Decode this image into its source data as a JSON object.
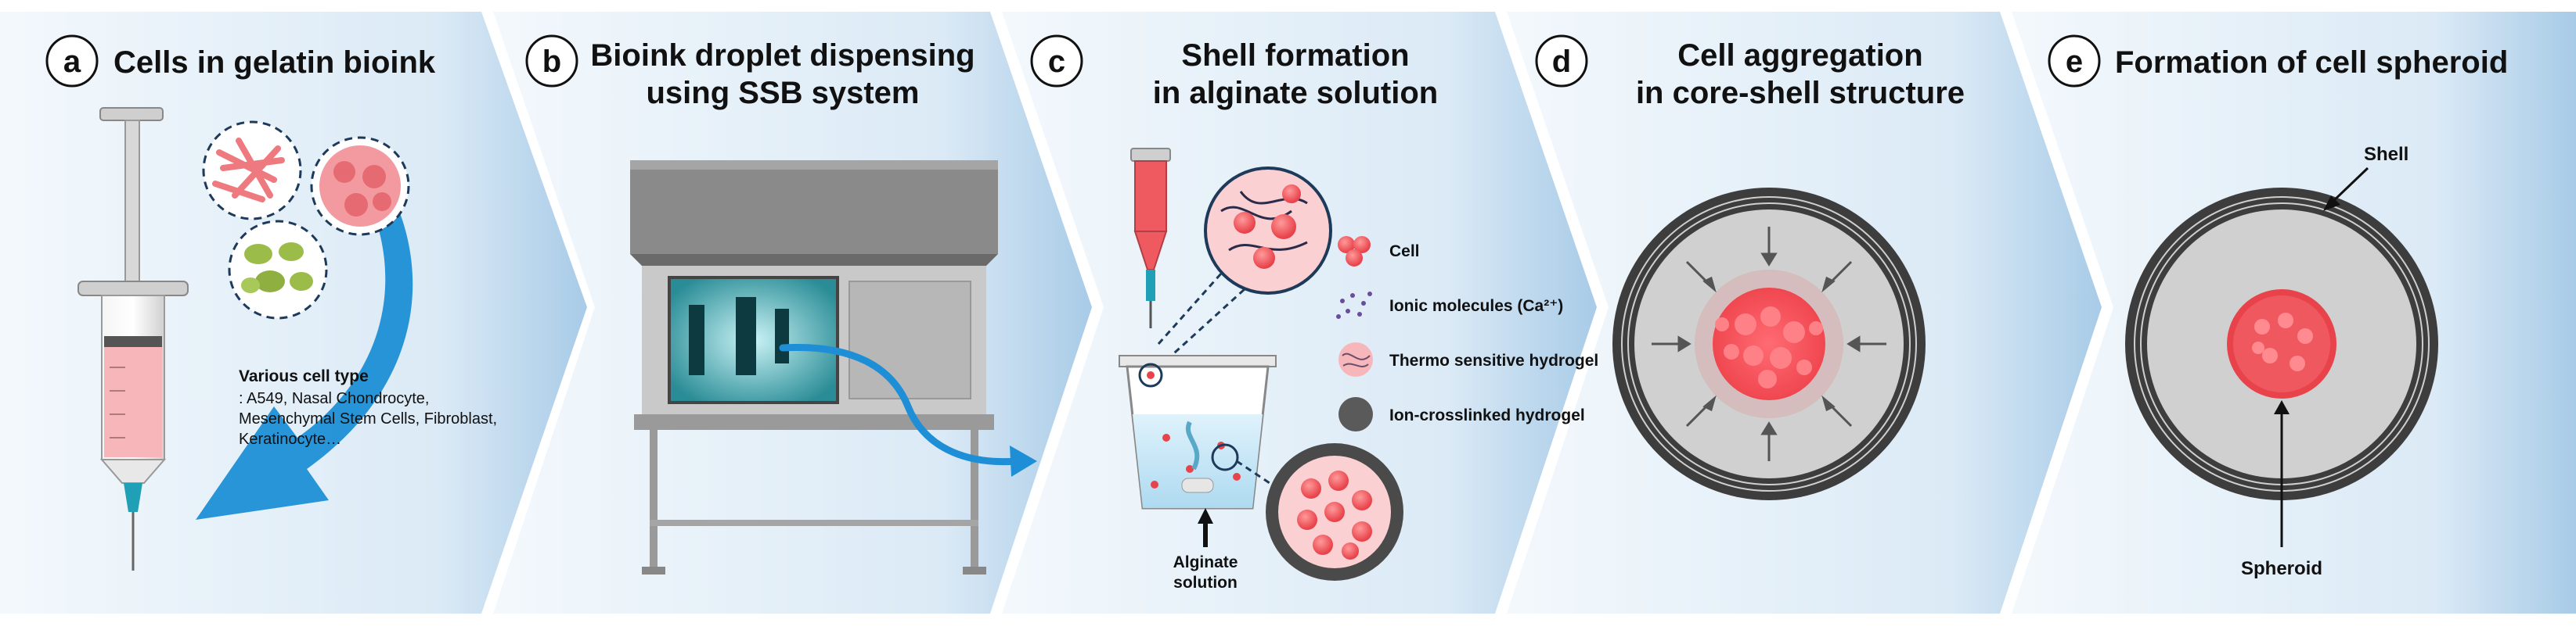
{
  "panels": [
    {
      "badge": "a",
      "title_lines": [
        "Cells in gelatin bioink"
      ]
    },
    {
      "badge": "b",
      "title_lines": [
        "Bioink droplet dispensing",
        "using SSB system"
      ]
    },
    {
      "badge": "c",
      "title_lines": [
        "Shell formation",
        "in alginate solution"
      ]
    },
    {
      "badge": "d",
      "title_lines": [
        "Cell aggregation",
        "in core-shell structure"
      ]
    },
    {
      "badge": "e",
      "title_lines": [
        "Formation of cell spheroid"
      ]
    }
  ],
  "cell_types": {
    "heading": "Various cell type",
    "lines": [
      ": A549, Nasal Chondrocyte,",
      "Mesenchymal Stem Cells, Fibroblast,",
      "Keratinocyte…"
    ]
  },
  "legend": [
    {
      "label": "Cell",
      "icon": "cell-cluster-icon"
    },
    {
      "label": "Ionic molecules (Ca²⁺)",
      "icon": "ion-dots-icon"
    },
    {
      "label": "Thermo sensitive hydrogel",
      "icon": "hydrogel-icon"
    },
    {
      "label": "Ion-crosslinked hydrogel",
      "icon": "crosslinked-hydrogel-icon"
    }
  ],
  "alginate_label": [
    "Alginate",
    "solution"
  ],
  "shell_label": "Shell",
  "spheroid_label": "Spheroid",
  "colors": {
    "chevron_light": "#e6f1fa",
    "chevron_dark": "#a9cbe8",
    "accent_blue": "#1e8fd6",
    "cell_red": "#f0545a",
    "hydrogel_pink": "#f7b6b9",
    "shell_gray": "#666666",
    "teal": "#2a8c96"
  }
}
